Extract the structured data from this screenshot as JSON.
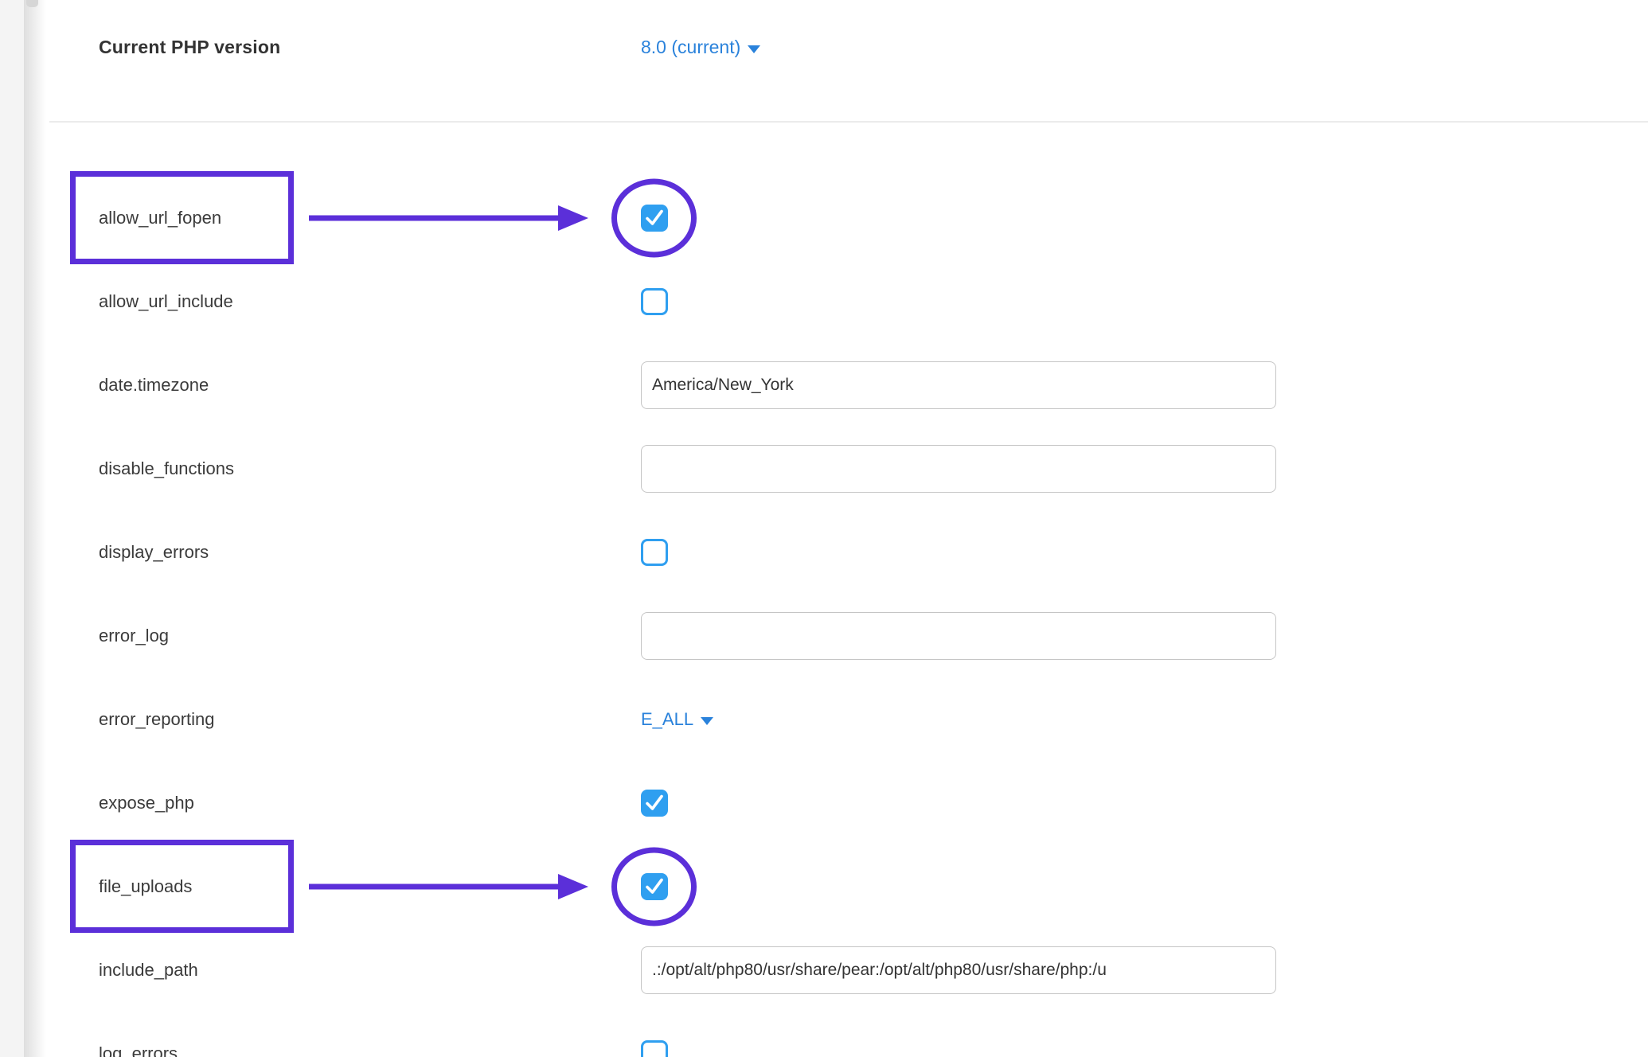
{
  "header": {
    "label": "Current PHP version",
    "version": {
      "value": "8.0 (current)",
      "icon": "caret-down-icon"
    }
  },
  "rows": [
    {
      "id": "allow_url_fopen",
      "label": "allow_url_fopen",
      "control": "checkbox",
      "checked": true,
      "annotated": true
    },
    {
      "id": "allow_url_include",
      "label": "allow_url_include",
      "control": "checkbox",
      "checked": false
    },
    {
      "id": "date_timezone",
      "label": "date.timezone",
      "control": "text",
      "value": "America/New_York"
    },
    {
      "id": "disable_functions",
      "label": "disable_functions",
      "control": "text",
      "value": ""
    },
    {
      "id": "display_errors",
      "label": "display_errors",
      "control": "checkbox",
      "checked": false
    },
    {
      "id": "error_log",
      "label": "error_log",
      "control": "text",
      "value": ""
    },
    {
      "id": "error_reporting",
      "label": "error_reporting",
      "control": "dropdown",
      "value": "E_ALL"
    },
    {
      "id": "expose_php",
      "label": "expose_php",
      "control": "checkbox",
      "checked": true
    },
    {
      "id": "file_uploads",
      "label": "file_uploads",
      "control": "checkbox",
      "checked": true,
      "annotated": true
    },
    {
      "id": "include_path",
      "label": "include_path",
      "control": "text",
      "value": ".:/opt/alt/php80/usr/share/pear:/opt/alt/php80/usr/share/php:/u"
    },
    {
      "id": "log_errors",
      "label": "log_errors",
      "control": "checkbox",
      "checked": false
    }
  ],
  "annotations": [
    {
      "target": "allow_url_fopen",
      "shapes": [
        "box",
        "arrow",
        "circle"
      ]
    },
    {
      "target": "file_uploads",
      "shapes": [
        "box",
        "arrow",
        "circle"
      ]
    }
  ],
  "colors": {
    "annotation_purple": "#5b2fd9",
    "link_blue": "#2a82db",
    "checkbox_blue": "#2f9ff0",
    "divider_gray": "#ebebeb",
    "label_text": "#3b3b3b"
  }
}
